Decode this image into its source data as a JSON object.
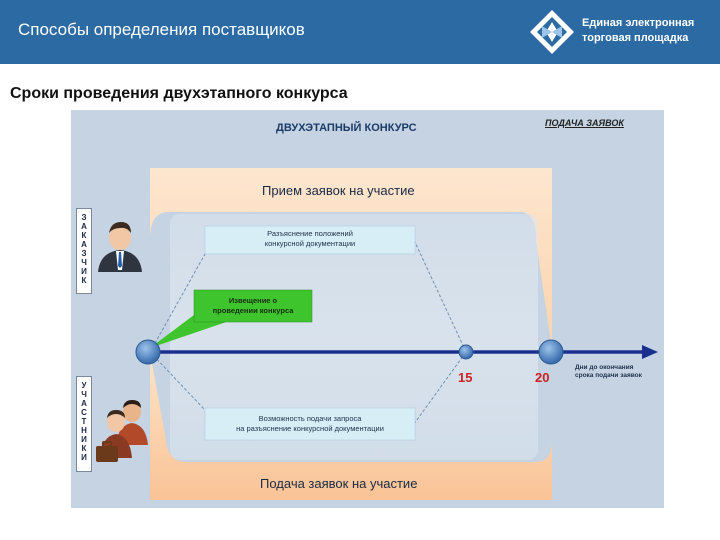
{
  "header": {
    "title": "Способы определения поставщиков",
    "logo_line1": "Единая электронная",
    "logo_line2": "торговая площадка"
  },
  "subtitle": "Сроки проведения двухэтапного конкурса",
  "diagram": {
    "title": "ДВУХЭТАПНЫЙ КОНКУРС",
    "tab_label": "ПОДАЧА ЗАЯВОК",
    "top_band": "Прием заявок на участие",
    "bottom_band": "Подача заявок на участие",
    "top_box_line1": "Разъяснение положений",
    "top_box_line2": "конкурсной документации",
    "notice_line1": "Извещение о",
    "notice_line2": "проведении конкурса",
    "bottom_box_line1": "Возможность подачи запроса",
    "bottom_box_line2": "на разъяснение конкурсной документации",
    "day_mark_1": "15",
    "day_mark_2": "20",
    "end_label_line1": "Дни до окончания",
    "end_label_line2": "срока подачи заявок",
    "customer_letters": [
      "З",
      "А",
      "К",
      "А",
      "З",
      "Ч",
      "И",
      "К"
    ],
    "participants_letters": [
      "У",
      "Ч",
      "А",
      "С",
      "Т",
      "Н",
      "И",
      "К",
      "И"
    ]
  },
  "colors": {
    "header": "#2b6aa3",
    "band": "#fde3c8",
    "band_dark": "#f9c89a",
    "timeline": "#1b2f8f",
    "notice": "#3ec52e",
    "numbers": "#cc2222"
  }
}
